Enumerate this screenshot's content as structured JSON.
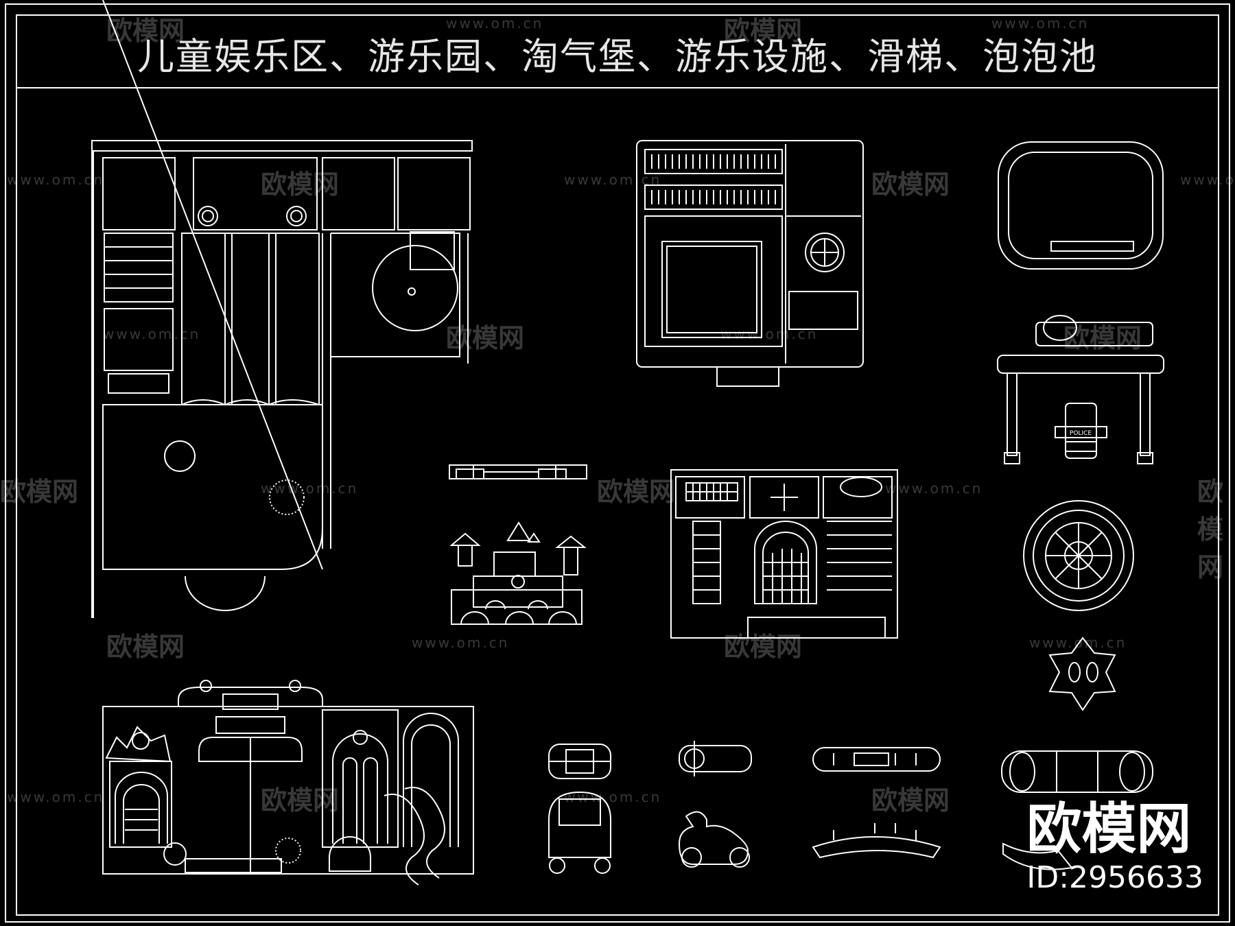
{
  "drawing": {
    "title": "儿童娱乐区、游乐园、淘气堡、游乐设施、滑梯、泡泡池",
    "line_color": "#ffffff",
    "background": "#000000"
  },
  "watermark": {
    "logo_text": "欧模网",
    "url_text": "www.om.cn"
  },
  "brand": {
    "name": "欧模网",
    "id": "ID:2956633"
  },
  "embedded_labels": {
    "police_sign": "POLICE"
  }
}
